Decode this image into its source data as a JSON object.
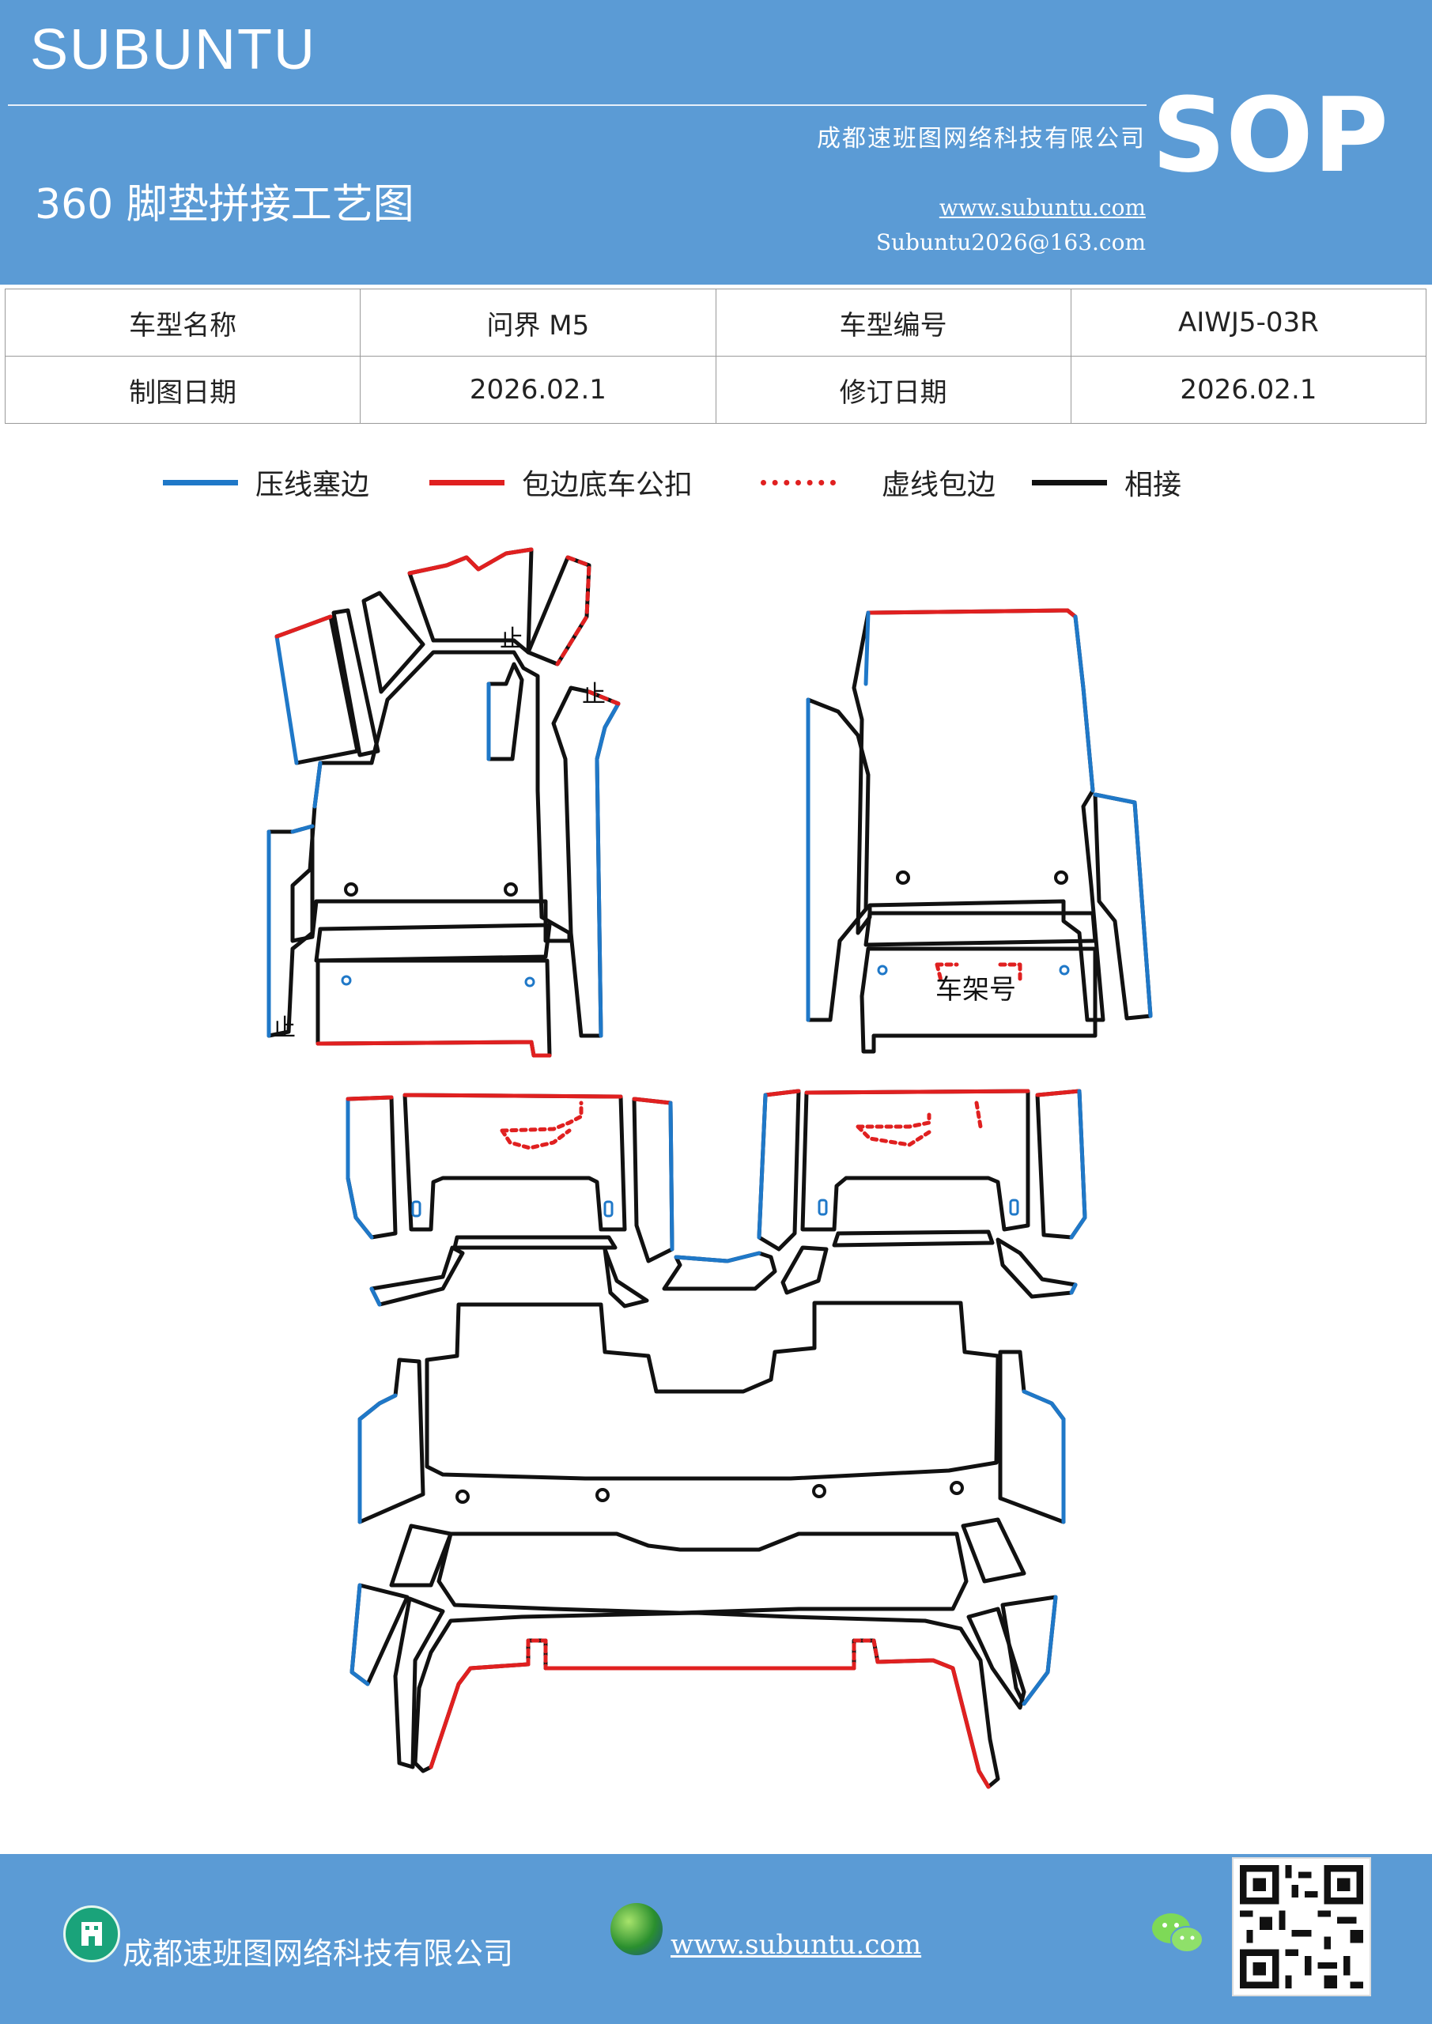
{
  "header": {
    "brand": "SUBUNTU",
    "company": "成都速班图网络科技有限公司",
    "badge": "SOP",
    "title": "360 脚垫拼接工艺图",
    "website": "www.subuntu.com",
    "email": "Subuntu2026@163.com",
    "color": "#5b9bd5"
  },
  "info": {
    "model_name_label": "车型名称",
    "model_name": "问界 M5",
    "model_code_label": "车型编号",
    "model_code": "AIWJ5-03R",
    "draw_date_label": "制图日期",
    "draw_date": "2026.02.1",
    "revise_date_label": "修订日期",
    "revise_date": "2026.02.1"
  },
  "legend": [
    {
      "label": "压线塞边",
      "color": "#1f78c8",
      "style": "solid"
    },
    {
      "label": "包边底车公扣",
      "color": "#e02020",
      "style": "solid"
    },
    {
      "label": "虚线包边",
      "color": "#e02020",
      "style": "dotted"
    },
    {
      "label": "相接",
      "color": "#111111",
      "style": "solid"
    }
  ],
  "diagram": {
    "frame_label": "车架号",
    "mark_glyph": "止",
    "colors": {
      "blue": "#1f78c8",
      "red": "#e02020",
      "black": "#111111"
    }
  },
  "footer": {
    "company": "成都速班图网络科技有限公司",
    "website": "www.subuntu.com",
    "icons": [
      "building-icon",
      "globe-icon",
      "wechat-icon",
      "qr-code"
    ]
  }
}
